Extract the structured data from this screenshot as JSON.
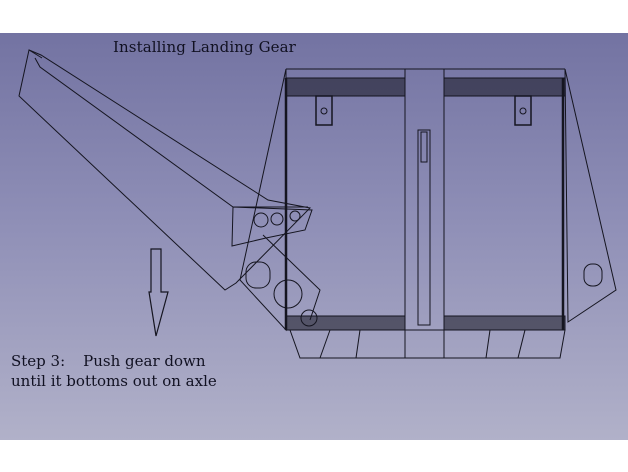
{
  "title": "Installing Landing Gear",
  "caption": {
    "step_label": "Step 3:",
    "step_text": "Push gear down",
    "line2": "until it bottoms out on axle"
  },
  "drawing": {
    "subject": "landing gear leg and fuselage section (CAD line drawing)",
    "arrow_direction": "down",
    "colors": {
      "background_top": "#7373a2",
      "background_bottom": "#b1b1c9",
      "line": "#151520"
    }
  }
}
